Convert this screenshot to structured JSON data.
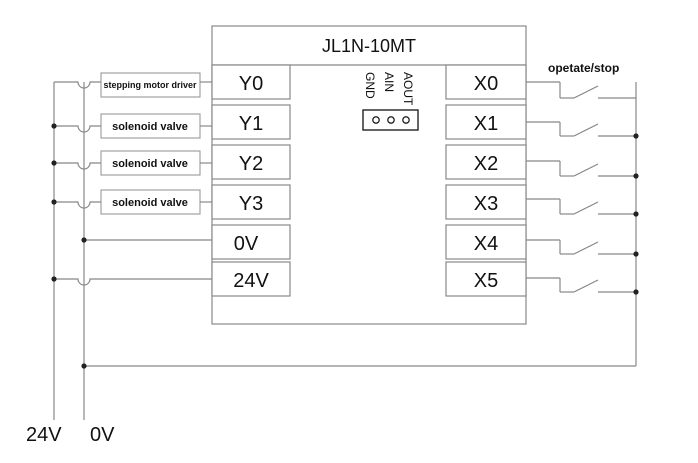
{
  "plc": {
    "model": "JL1N-10MT",
    "outputs": [
      "Y0",
      "Y1",
      "Y2",
      "Y3",
      "0V",
      "24V"
    ],
    "inputs": [
      "X0",
      "X1",
      "X2",
      "X3",
      "X4",
      "X5"
    ],
    "analog_port": {
      "pins": [
        "GND",
        "AIN",
        "AOUT"
      ]
    }
  },
  "devices": [
    "stepping motor driver",
    "solenoid valve",
    "solenoid valve",
    "solenoid valve"
  ],
  "switch_group_label": "opetate/stop",
  "rails": {
    "left": "24V",
    "right": "0V"
  }
}
